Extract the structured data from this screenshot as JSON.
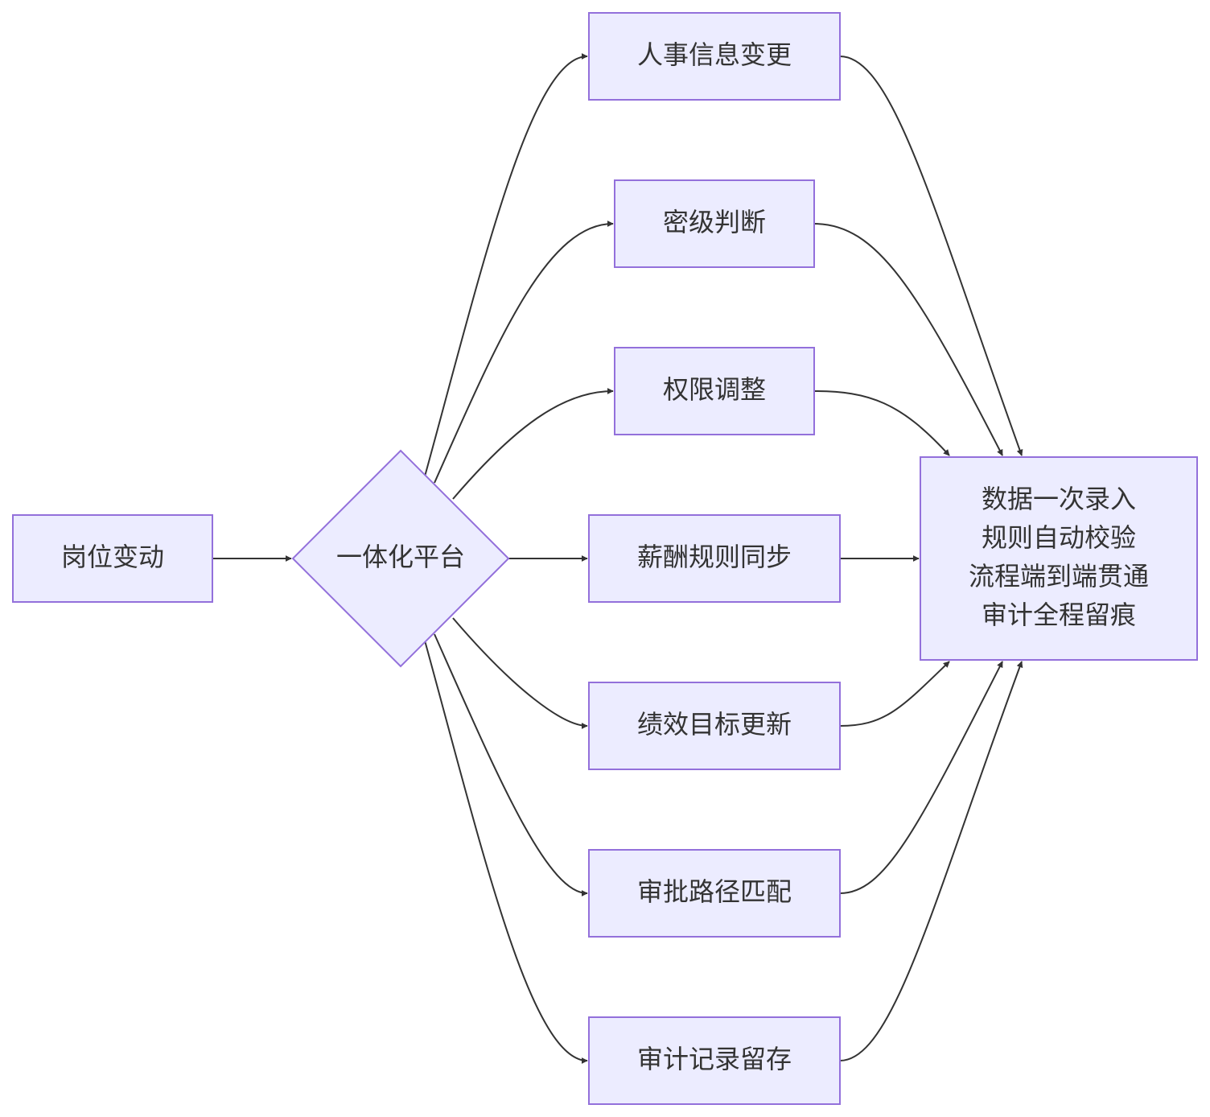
{
  "nodes": {
    "start": "岗位变动",
    "platform": "一体化平台",
    "hr_change": "人事信息变更",
    "secret_level": "密级判断",
    "permission": "权限调整",
    "salary": "薪酬规则同步",
    "performance": "绩效目标更新",
    "approval": "审批路径匹配",
    "audit_record": "审计记录留存",
    "result": [
      "数据一次录入",
      "规则自动校验",
      "流程端到端贯通",
      "审计全程留痕"
    ]
  },
  "colors": {
    "node_fill": "#ececff",
    "node_stroke": "#9370db",
    "edge": "#333333",
    "text": "#333333"
  }
}
